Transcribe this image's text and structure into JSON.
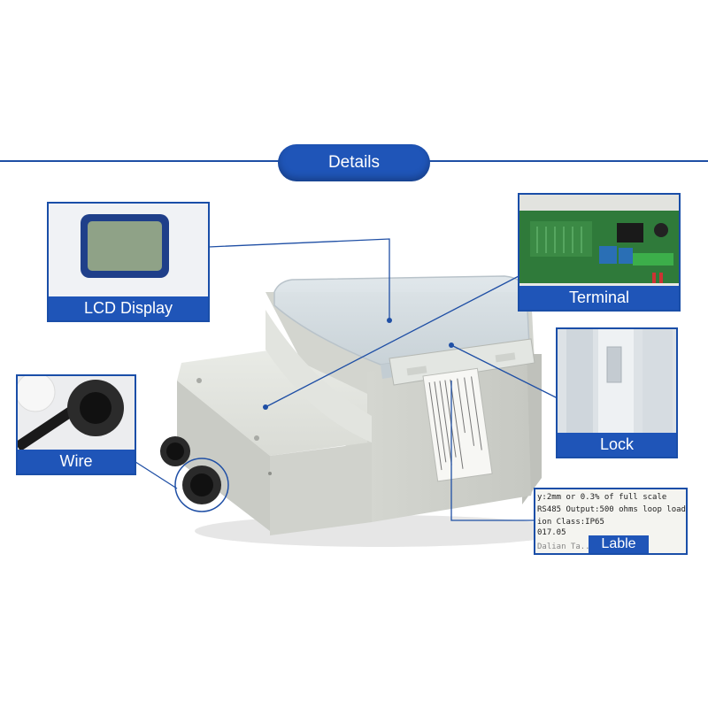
{
  "header": {
    "title": "Details"
  },
  "callouts": {
    "lcd": {
      "caption": "LCD Display"
    },
    "terminal": {
      "caption": "Terminal"
    },
    "wire": {
      "caption": "Wire"
    },
    "lock": {
      "caption": "Lock"
    },
    "label": {
      "caption": "Lable",
      "lines": [
        "y:2mm or 0.3% of full scale",
        "RS485 Output:500 ohms loop load",
        "ion Class:IP65",
        "017.05",
        "Dalian Ta...                 ...Co.,Ltd"
      ]
    }
  },
  "colors": {
    "accent": "#1f55b8",
    "line": "#1f4fa5"
  }
}
